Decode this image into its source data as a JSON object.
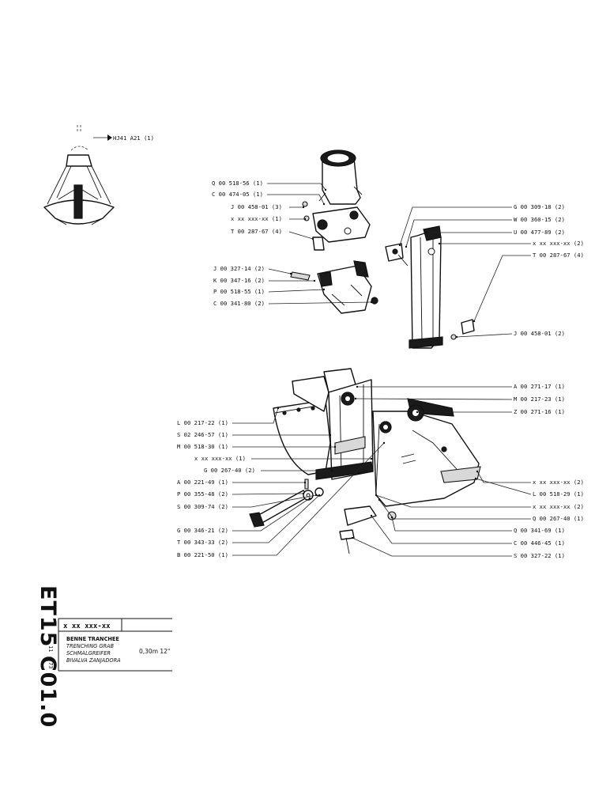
{
  "reference": {
    "code": "HJ41 A21 (1)"
  },
  "parts": [
    {
      "id": "p1",
      "label": "Q 00 518-56  (1)"
    },
    {
      "id": "p2",
      "label": "C 00 474-05  (1)"
    },
    {
      "id": "p3",
      "label": "J 00 458-01  (3)"
    },
    {
      "id": "p4",
      "label": "x xx xxx-xx  (1)"
    },
    {
      "id": "p5",
      "label": "T 00 287-67  (4)"
    },
    {
      "id": "p6",
      "label": "J 00 327-14  (2)"
    },
    {
      "id": "p7",
      "label": "K 00 347-16  (2)"
    },
    {
      "id": "p8",
      "label": "P 00 518-55  (1)"
    },
    {
      "id": "p9",
      "label": "C 00 341-80  (2)"
    },
    {
      "id": "p10",
      "label": "G 00 309-18  (2)"
    },
    {
      "id": "p11",
      "label": "W 00 360-15  (2)"
    },
    {
      "id": "p12",
      "label": "U 00 477-89  (2)"
    },
    {
      "id": "p13",
      "label": "x xx xxx-xx  (2)"
    },
    {
      "id": "p14",
      "label": "T 00 287-67  (4)"
    },
    {
      "id": "p15",
      "label": "J 00 458-01  (2)"
    },
    {
      "id": "p16",
      "label": "A 00 271-17  (1)"
    },
    {
      "id": "p17",
      "label": "M 00 217-23  (1)"
    },
    {
      "id": "p18",
      "label": "Z 00 271-16  (1)"
    },
    {
      "id": "p19",
      "label": "L 00 217-22  (1)"
    },
    {
      "id": "p20",
      "label": "S 02 246-57  (1)"
    },
    {
      "id": "p21",
      "label": "M 00 518-30  (1)"
    },
    {
      "id": "p22",
      "label": "x xx xxx-xx  (1)"
    },
    {
      "id": "p23",
      "label": "G 00 267-40  (2)"
    },
    {
      "id": "p24",
      "label": "A 00 221-49  (1)"
    },
    {
      "id": "p25",
      "label": "P 00 355-48  (2)"
    },
    {
      "id": "p26",
      "label": "S 00 309-74  (2)"
    },
    {
      "id": "p27",
      "label": "G 00 346-21  (2)"
    },
    {
      "id": "p28",
      "label": "T 00 343-33  (2)"
    },
    {
      "id": "p29",
      "label": "B 00 221-50  (1)"
    },
    {
      "id": "p30",
      "label": "x xx xxx-xx  (2)"
    },
    {
      "id": "p31",
      "label": "L 00 518-29  (1)"
    },
    {
      "id": "p32",
      "label": "x xx xxx-xx  (2)"
    },
    {
      "id": "p33",
      "label": "Q 00 267-40  (1)"
    },
    {
      "id": "p34",
      "label": "Q 00 341-69  (1)"
    },
    {
      "id": "p35",
      "label": "C 00 446-45  (1)"
    },
    {
      "id": "p36",
      "label": "S 00 327-22  (1)"
    }
  ],
  "title_block": {
    "code": "ET15  C01.0",
    "date": "11 - 73",
    "part_number": "x  xx  xxx-xx",
    "lines": [
      "BENNE TRANCHEE",
      "TRENCHING GRAB",
      "SCHMALGREIFER",
      "BIVALVA ZANJADORA"
    ],
    "size": "0,30m    12\""
  }
}
